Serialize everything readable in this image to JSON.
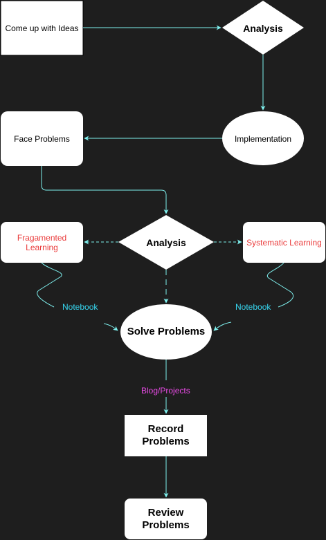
{
  "colors": {
    "background": "#1e1e1e",
    "node_fill": "#ffffff",
    "node_text": "#000000",
    "edge": "#7ff1ef",
    "red_text": "#ea3b3b",
    "cyan_label": "#37d7f1",
    "magenta_label": "#e94be6"
  },
  "nodes": {
    "ideas": "Come up with Ideas",
    "analysis_top": "Analysis",
    "implementation": "Implementation",
    "face_problems": "Face Problems",
    "analysis_mid": "Analysis",
    "fragmented": "Fragamented Learning",
    "systematic": "Systematic Learning",
    "solve": "Solve Problems",
    "record": "Record Problems",
    "review": "Review Problems"
  },
  "edge_labels": {
    "notebook_left": "Notebook",
    "notebook_right": "Notebook",
    "blog": "Blog/Projects"
  }
}
